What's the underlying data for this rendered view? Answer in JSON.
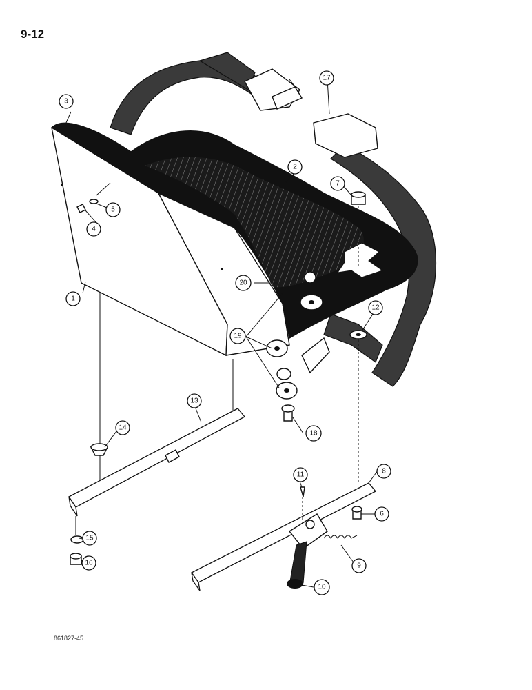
{
  "page_number": "9-12",
  "doc_code": "861827-45",
  "callouts": {
    "c1": "1",
    "c2": "2",
    "c3": "3",
    "c4": "4",
    "c5": "5",
    "c6": "6",
    "c7": "7",
    "c8": "8",
    "c9": "9",
    "c10": "10",
    "c11": "11",
    "c12": "12",
    "c13": "13",
    "c14": "14",
    "c15": "15",
    "c16": "16",
    "c17": "17",
    "c18": "18",
    "c19": "19",
    "c20": "20"
  }
}
